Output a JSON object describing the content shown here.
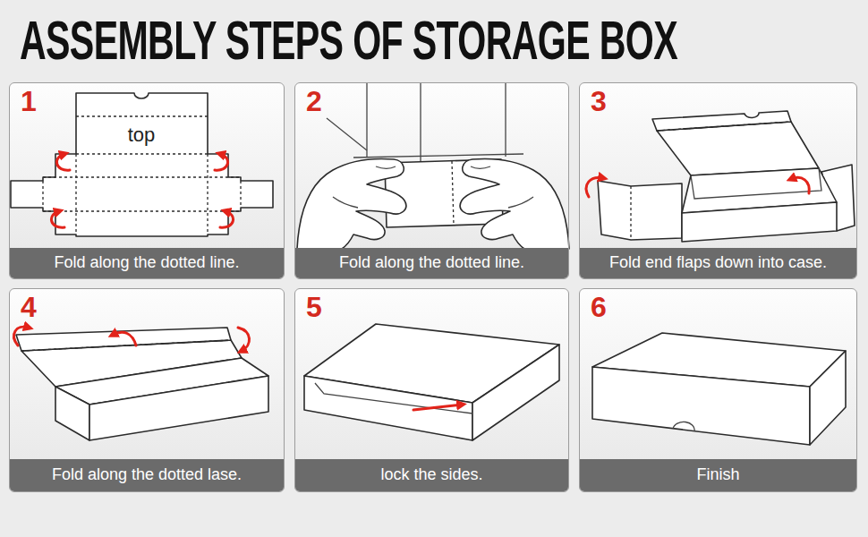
{
  "diagram": {
    "title": "ASSEMBLY STEPS OF STORAGE BOX",
    "nodes": [
      {
        "text": [
          "1"
        ]
      },
      {
        "text": [
          "Fold along the dotted line."
        ],
        "in": 0
      },
      {
        "text": [
          "2"
        ]
      },
      {
        "text": [
          "Fold along the dotted line."
        ],
        "in": 2
      },
      {
        "text": [
          "3"
        ]
      },
      {
        "text": [
          "Fold end flaps down into case."
        ],
        "in": 4
      },
      {
        "text": [
          "4"
        ]
      },
      {
        "text": [
          "Fold along the dotted lase."
        ],
        "in": 6
      },
      {
        "text": [
          "5"
        ]
      },
      {
        "text": [
          "lock the sides."
        ],
        "in": 8
      },
      {
        "text": [
          "6"
        ]
      },
      {
        "text": [
          "Finish"
        ],
        "in": 10
      }
    ],
    "labels": [
      "top"
    ]
  }
}
